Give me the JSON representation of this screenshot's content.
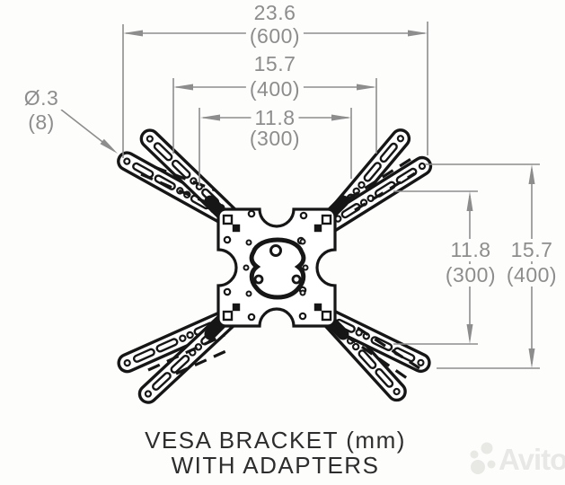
{
  "title": {
    "line1": "VESA BRACKET (mm)",
    "line2": "WITH ADAPTERS"
  },
  "dimensions": {
    "top": [
      {
        "inches": "23.6",
        "mm": "(600)"
      },
      {
        "inches": "15.7",
        "mm": "(400)"
      },
      {
        "inches": "11.8",
        "mm": "(300)"
      }
    ],
    "right": [
      {
        "inches": "11.8",
        "mm": "(300)"
      },
      {
        "inches": "15.7",
        "mm": "(400)"
      }
    ],
    "hole_diameter": {
      "inches": "Ø.3",
      "mm": "(8)"
    }
  },
  "watermark": {
    "text": "Avito"
  },
  "colors": {
    "ink": "#161616",
    "dimension_gray": "#8d8d8d",
    "title_text": "#2d2d2d",
    "background": "#fdfdfc"
  }
}
